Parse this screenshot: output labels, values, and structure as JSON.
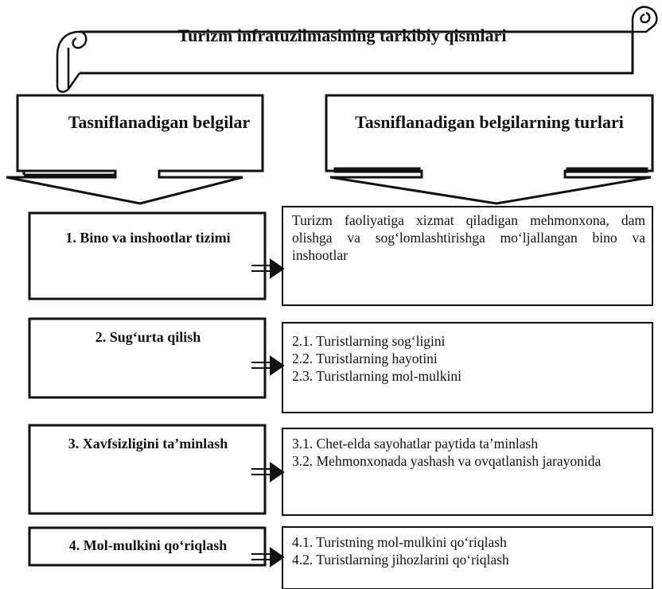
{
  "title": "Turizm infratuzilmasining tarkibiy qismlari",
  "headers": {
    "left": "Tasniflanadigan belgilar",
    "right": "Tasniflanadigan belgilarning turlari"
  },
  "rows": [
    {
      "category": "1. Bino va inshootlar tizimi",
      "items": [
        "Turizm faoliyatiga xizmat qiladigan mehmonxona, dam olishga va sog‘lomlashtirishga mo‘ljallangan bino va inshootlar"
      ]
    },
    {
      "category": "2. Sug‘urta qilish",
      "items": [
        "2.1. Turistlarning sog‘ligini",
        "2.2. Turistlarning hayotini",
        "2.3. Turistlarning mol-mulkini"
      ]
    },
    {
      "category": "3. Xavfsizligini ta’minlash",
      "items": [
        "3.1. Chet-elda sayohatlar paytida ta’minlash",
        "3.2. Mehmonxonada yashash va ovqatlanish jarayonida"
      ]
    },
    {
      "category": "4. Mol-mulkini qo‘riqlash",
      "items": [
        "4.1. Turistning mol-mulkini qo‘riqlash",
        "4.2. Turistlarning jihozlarini qo‘riqlash"
      ]
    }
  ]
}
